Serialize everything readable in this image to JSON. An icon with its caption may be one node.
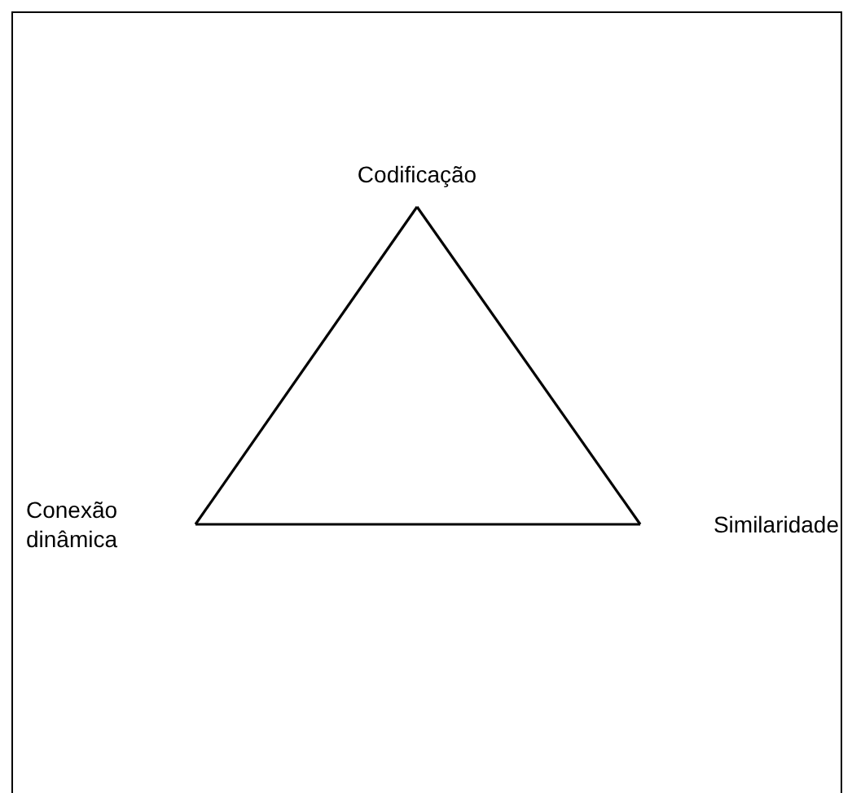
{
  "diagram": {
    "nodes": [
      {
        "text": [
          "Codificação"
        ]
      },
      {
        "text": [
          "Conexão dinâmica"
        ]
      },
      {
        "text": [
          "Similaridade"
        ]
      }
    ],
    "edges": [
      {
        "from": 0,
        "to": 1,
        "arrow": "none"
      },
      {
        "from": 1,
        "to": 2,
        "arrow": "none"
      },
      {
        "from": 2,
        "to": 0,
        "arrow": "none"
      }
    ]
  }
}
